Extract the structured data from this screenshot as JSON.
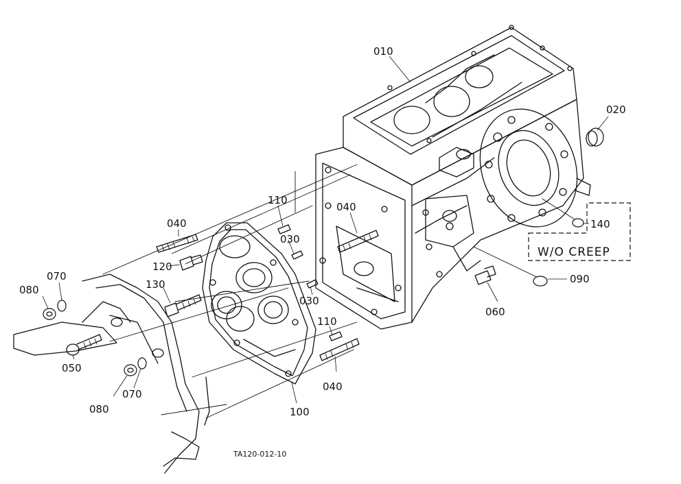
{
  "figure_code": "TA120-012-10",
  "note_box": "W/O CREEP",
  "callouts": [
    {
      "id": "010",
      "text": "010"
    },
    {
      "id": "020",
      "text": "020"
    },
    {
      "id": "030a",
      "text": "030"
    },
    {
      "id": "030b",
      "text": "030"
    },
    {
      "id": "040a",
      "text": "040"
    },
    {
      "id": "040b",
      "text": "040"
    },
    {
      "id": "040c",
      "text": "040"
    },
    {
      "id": "050",
      "text": "050"
    },
    {
      "id": "060",
      "text": "060"
    },
    {
      "id": "070a",
      "text": "070"
    },
    {
      "id": "070b",
      "text": "070"
    },
    {
      "id": "080a",
      "text": "080"
    },
    {
      "id": "080b",
      "text": "080"
    },
    {
      "id": "090",
      "text": "090"
    },
    {
      "id": "100",
      "text": "100"
    },
    {
      "id": "110a",
      "text": "110"
    },
    {
      "id": "110b",
      "text": "110"
    },
    {
      "id": "120",
      "text": "120"
    },
    {
      "id": "130",
      "text": "130"
    },
    {
      "id": "140",
      "text": "140"
    }
  ]
}
